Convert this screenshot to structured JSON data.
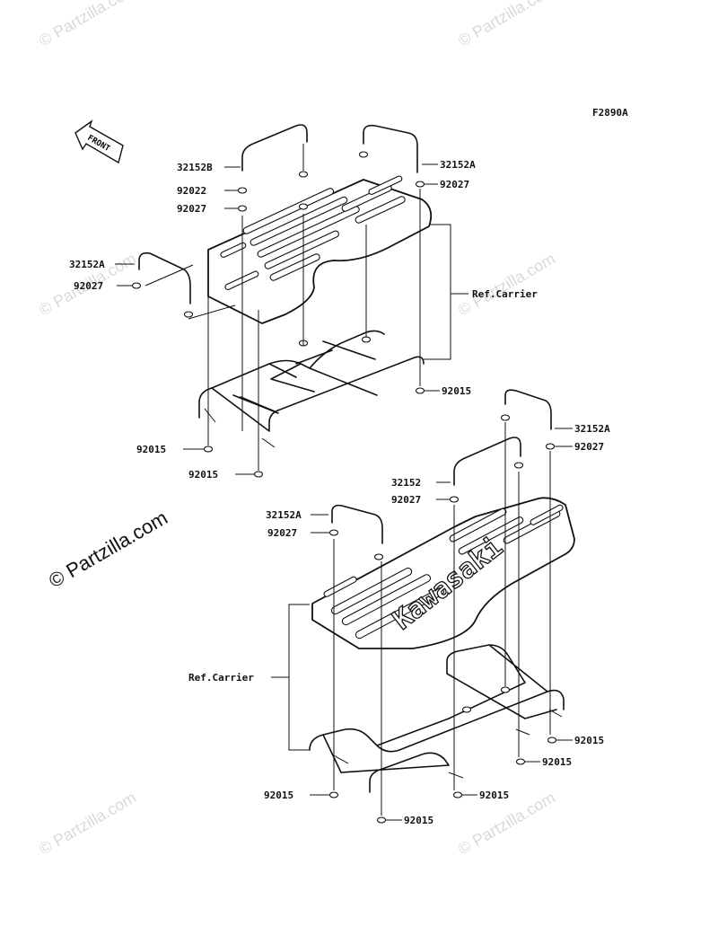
{
  "diagram": {
    "figure_code": "F2890A",
    "front_label": "FRONT",
    "brand_text": "Kawasaki",
    "watermark_small": "© Partzilla.com",
    "watermark_large": "© Partzilla.com",
    "upper_group": {
      "callouts": [
        "32152B",
        "92022",
        "92027",
        "32152A",
        "92027",
        "32152A",
        "92027",
        "Ref.Carrier",
        "92015",
        "92015",
        "92015"
      ]
    },
    "lower_group": {
      "callouts": [
        "32152A",
        "92027",
        "32152",
        "92027",
        "32152A",
        "92027",
        "Ref.Carrier",
        "92015",
        "92015",
        "92015",
        "92015",
        "92015"
      ]
    }
  }
}
